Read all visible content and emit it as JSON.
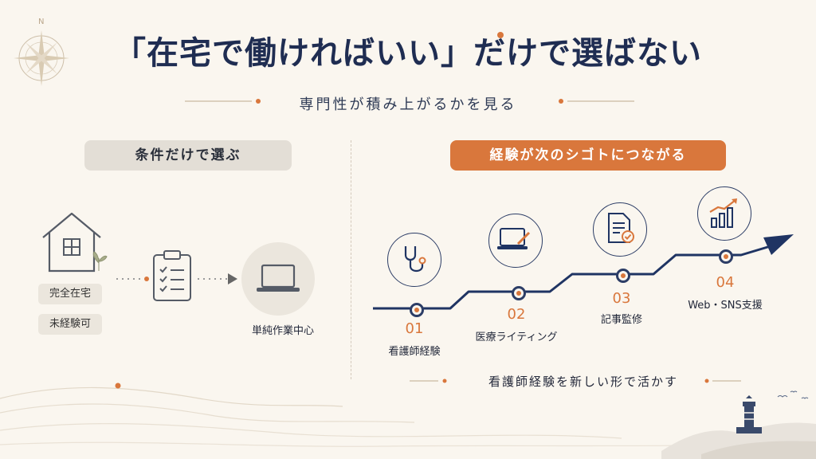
{
  "title": "「在宅で働ければいい」だけで選ばない",
  "subtitle": "専門性が積み上がるかを見る",
  "left": {
    "pill": "条件だけで選ぶ",
    "tags": [
      "完全在宅",
      "未経験可"
    ],
    "result_label": "単純作業中心"
  },
  "right": {
    "pill": "経験が次のシゴトにつながる",
    "steps": [
      {
        "num": "01",
        "label": "看護師経験",
        "icon": "stethoscope-icon"
      },
      {
        "num": "02",
        "label": "医療ライティング",
        "icon": "laptop-pen-icon"
      },
      {
        "num": "03",
        "label": "記事監修",
        "icon": "document-check-icon"
      },
      {
        "num": "04",
        "label": "Web・SNS支援",
        "icon": "growth-chart-icon"
      }
    ],
    "caption": "看護師経験を新しい形で活かす"
  },
  "compass_letter": "N",
  "colors": {
    "navy": "#1f2d52",
    "accent": "#d9773c",
    "bg": "#faf6ef",
    "grey_pill": "#e3ded6"
  }
}
